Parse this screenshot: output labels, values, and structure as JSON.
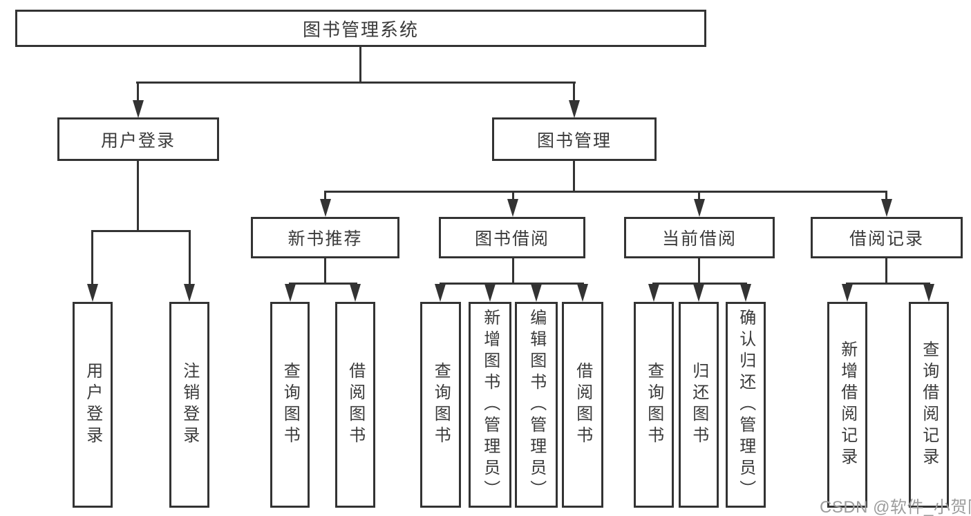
{
  "tree": {
    "root": {
      "label": "图书管理系统"
    },
    "user_login": {
      "label": "用户登录",
      "children": [
        {
          "label": "用户登录"
        },
        {
          "label": "注销登录"
        }
      ]
    },
    "book_management": {
      "label": "图书管理",
      "sections": [
        {
          "label": "新书推荐",
          "children": [
            {
              "label": "查询图书"
            },
            {
              "label": "借阅图书"
            }
          ]
        },
        {
          "label": "图书借阅",
          "children": [
            {
              "label": "查询图书"
            },
            {
              "label": "新增图书（管理员）"
            },
            {
              "label": "编辑图书（管理员）"
            },
            {
              "label": "借阅图书"
            }
          ]
        },
        {
          "label": "当前借阅",
          "children": [
            {
              "label": "查询图书"
            },
            {
              "label": "归还图书"
            },
            {
              "label": "确认归还（管理员）"
            }
          ]
        },
        {
          "label": "借阅记录",
          "children": [
            {
              "label": "新增借阅记录"
            },
            {
              "label": "查询借阅记录"
            }
          ]
        }
      ]
    }
  },
  "watermark": {
    "text": "CSDN @软件_小贺同学"
  },
  "colors": {
    "line": "#333333",
    "text": "#3a3a3a",
    "box_fill": "#ffffff",
    "watermark": "#9c9c9c",
    "background": "#ffffff"
  }
}
